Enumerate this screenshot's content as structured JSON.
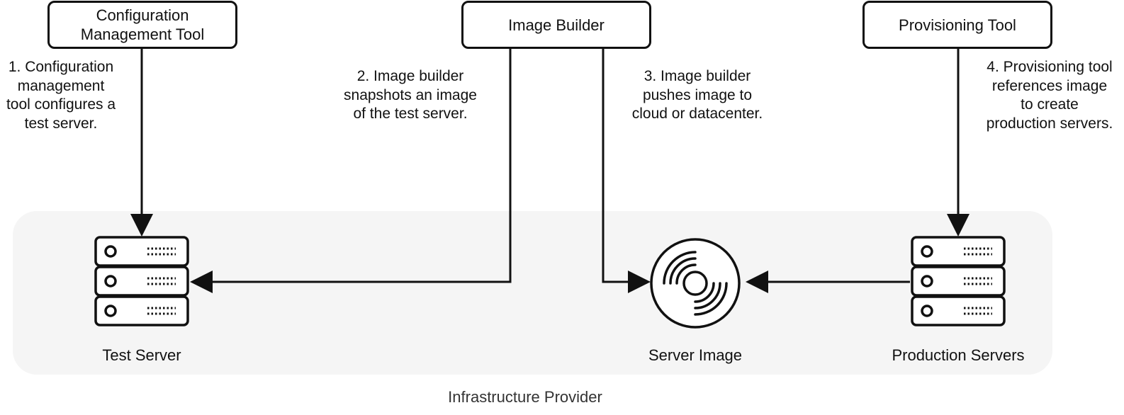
{
  "tools": {
    "config_tool": "Configuration\nManagement Tool",
    "image_builder": "Image Builder",
    "provisioning_tool": "Provisioning Tool"
  },
  "notes": {
    "step1": "1. Configuration\nmanagement\ntool configures a\ntest server.",
    "step2": "2. Image builder\nsnapshots an image\nof the test server.",
    "step3": "3. Image builder\npushes image to\ncloud or datacenter.",
    "step4": "4. Provisioning tool\nreferences image\nto create\nproduction servers."
  },
  "nodes": {
    "test_server": "Test Server",
    "server_image": "Server Image",
    "production_servers": "Production Servers"
  },
  "container": {
    "label": "Infrastructure Provider"
  },
  "icons": {
    "test_server": "server-rack-icon",
    "server_image": "disc-icon",
    "production_servers": "server-rack-icon"
  },
  "colors": {
    "stroke": "#111111",
    "container_fill": "#f5f5f5"
  }
}
